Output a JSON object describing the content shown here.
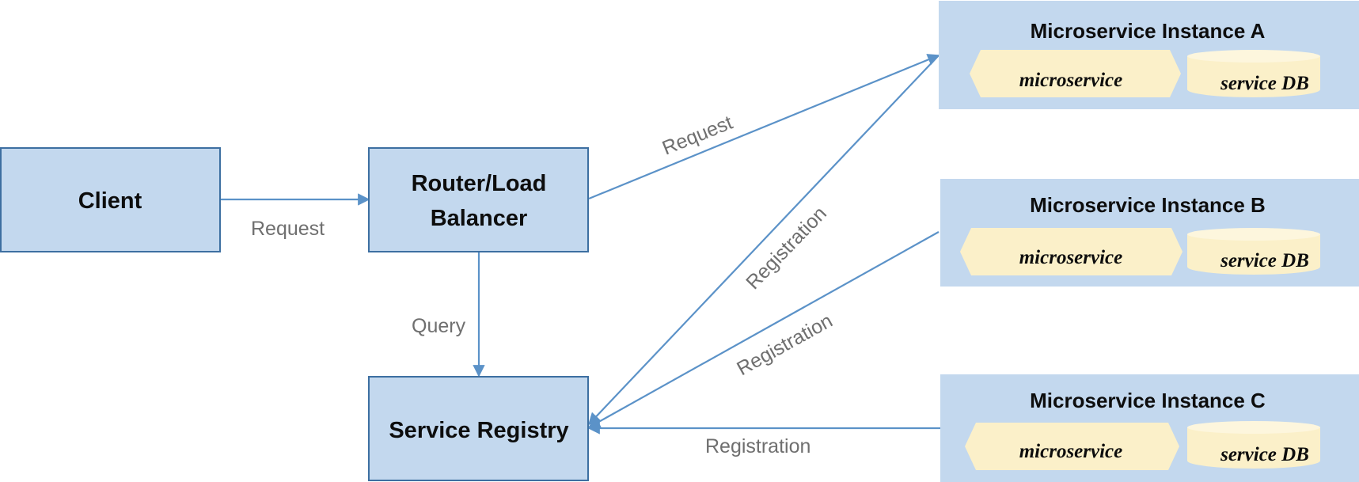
{
  "nodes": {
    "client": "Client",
    "router_line1": "Router/Load",
    "router_line2": "Balancer",
    "registry": "Service Registry"
  },
  "instances": [
    {
      "title": "Microservice Instance A",
      "service": "microservice",
      "db": "service DB"
    },
    {
      "title": "Microservice Instance B",
      "service": "microservice",
      "db": "service DB"
    },
    {
      "title": "Microservice Instance C",
      "service": "microservice",
      "db": "service DB"
    }
  ],
  "edges": {
    "client_to_router": "Request",
    "router_to_instance_a": "Request",
    "router_to_registry": "Query",
    "instance_a_registration": "Registration",
    "instance_b_registration": "Registration",
    "instance_c_registration": "Registration"
  },
  "colors": {
    "box_fill": "#c3d8ee",
    "box_border": "#3d6fa1",
    "component_fill": "#fbf0c9",
    "arrow": "#5b92c8",
    "edge_label": "#6f6f6f"
  }
}
